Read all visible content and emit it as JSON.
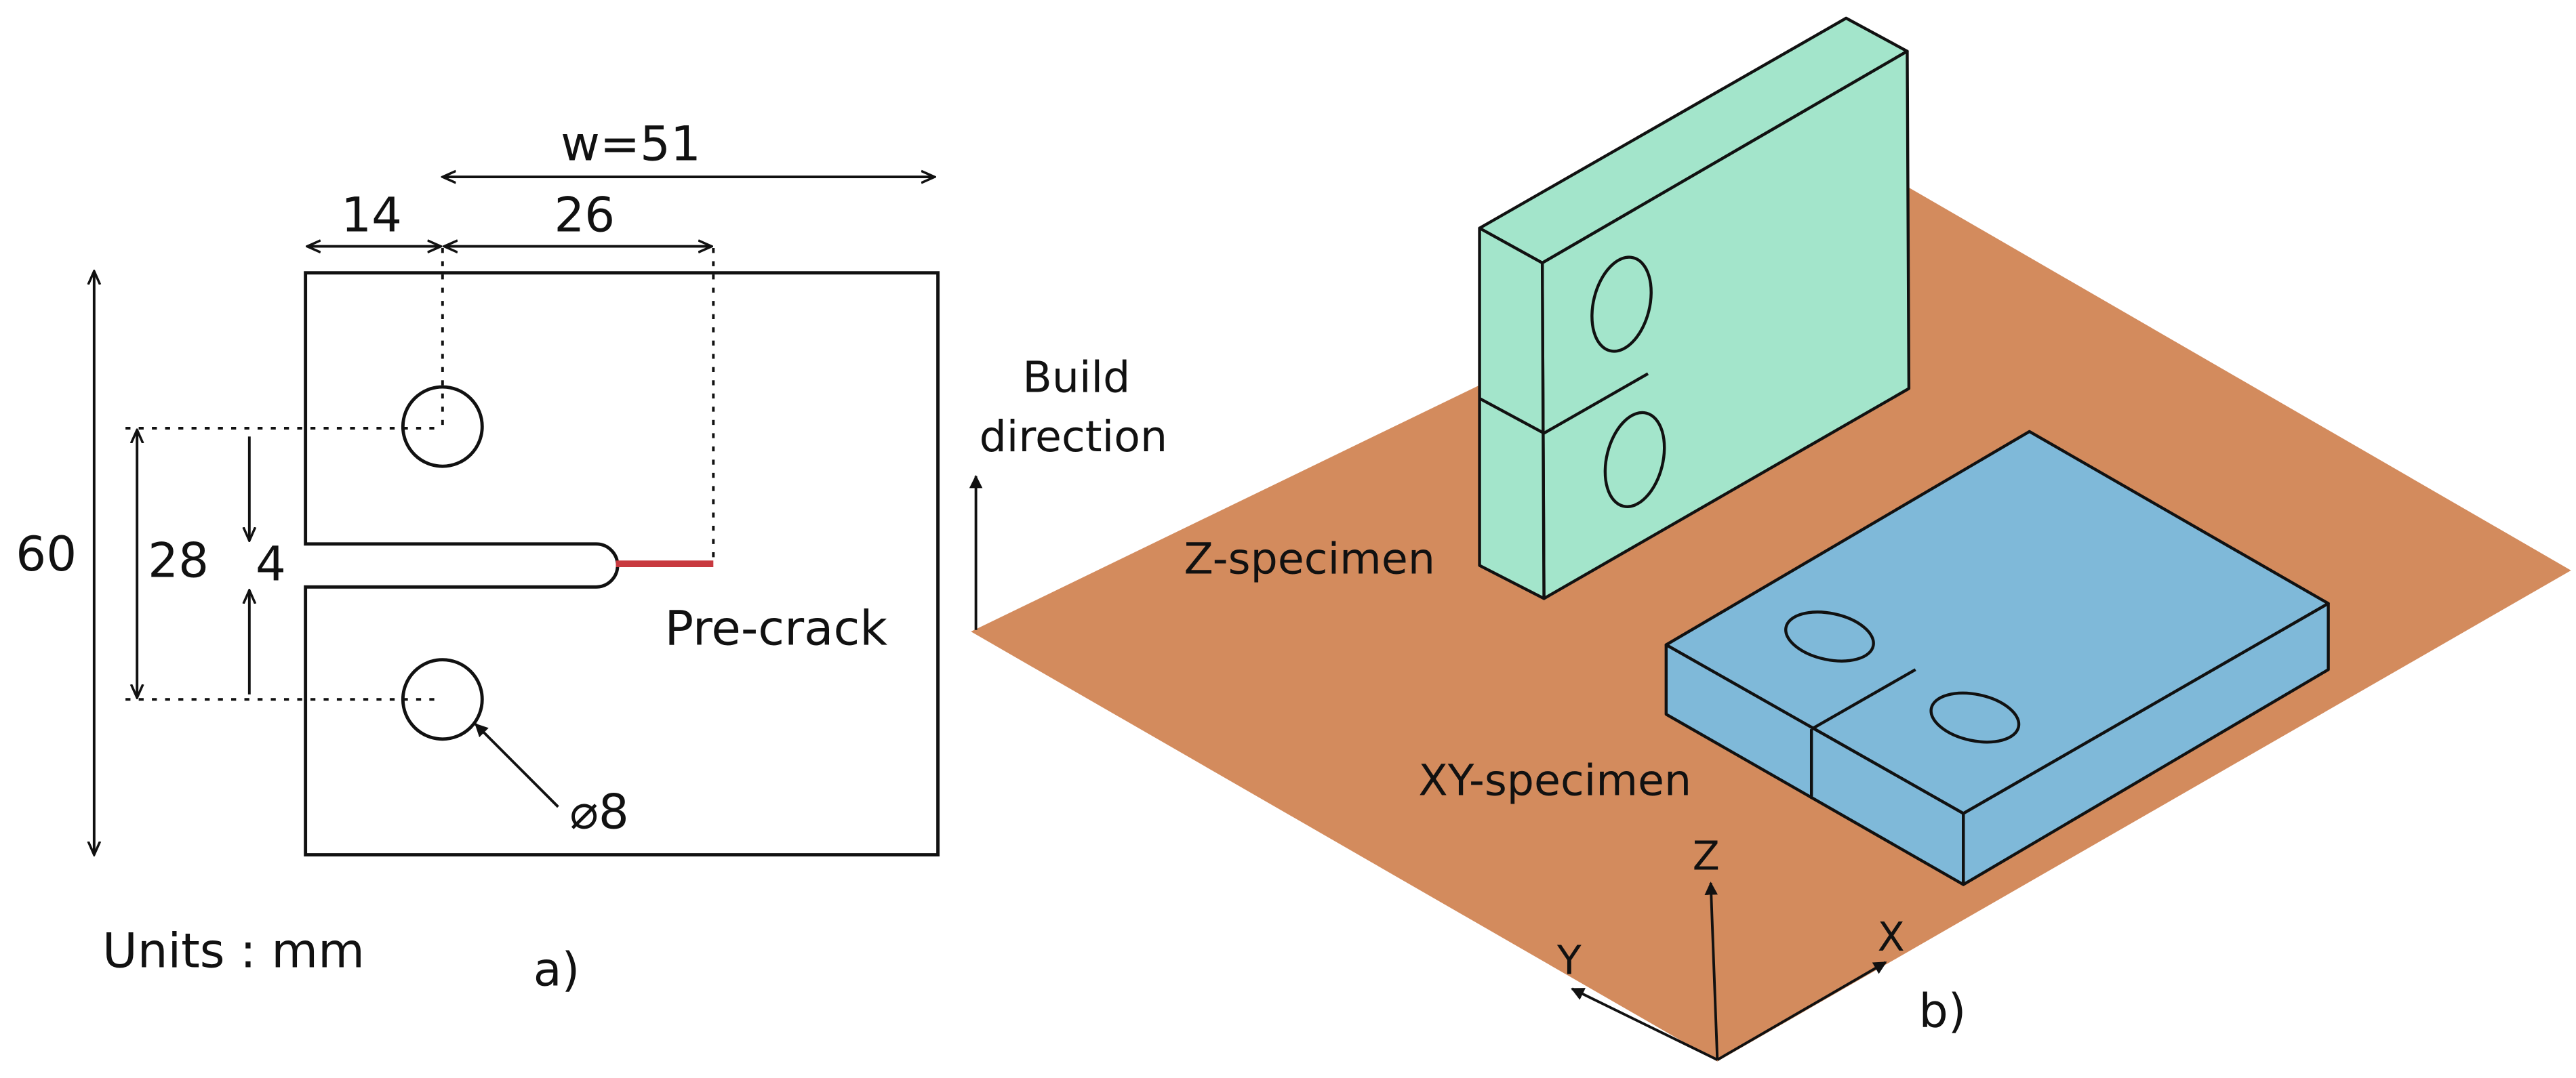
{
  "panel_a": {
    "label": "a)",
    "width_label": "w=51",
    "offset_label": "14",
    "crack_distance_label": "26",
    "height_label": "60",
    "hole_spacing_label": "28",
    "notch_width_label": "4",
    "hole_diameter_label": "⌀8",
    "precrack_label": "Pre-crack",
    "units_label": "Units : mm"
  },
  "panel_b": {
    "label": "b)",
    "build_direction_label": [
      "Build",
      "direction"
    ],
    "z_specimen_label": "Z-specimen",
    "xy_specimen_label": "XY-specimen",
    "axes": {
      "x": "X",
      "y": "Y",
      "z": "Z"
    }
  },
  "colors": {
    "build_plate": "#d38b5d",
    "z_specimen": "#a3e5cb",
    "xy_specimen": "#7fb9d9",
    "precrack": "#c8393f",
    "lines": "#111111"
  }
}
